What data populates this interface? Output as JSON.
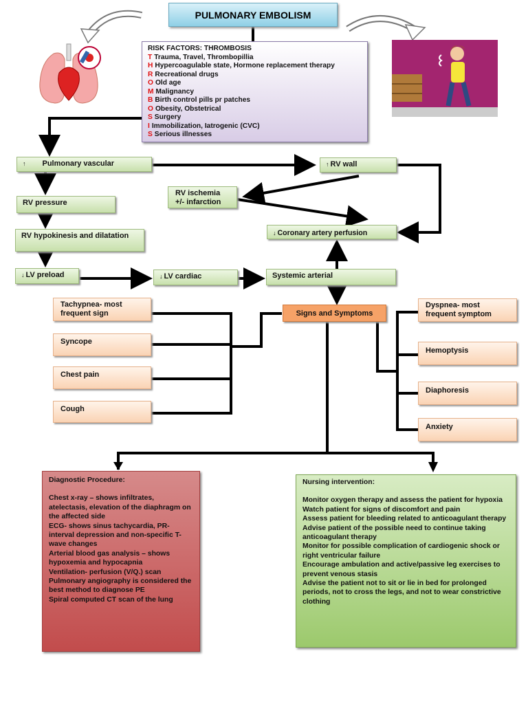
{
  "title": "PULMONARY EMBOLISM",
  "risk_factors": {
    "heading": "RISK FACTORS: THROMBOSIS",
    "items": [
      {
        "letter": "T",
        "text": "Trauma, Travel, Thrombopillia"
      },
      {
        "letter": "H",
        "text": "Hypercoagulable state, Hormone replacement therapy"
      },
      {
        "letter": "R",
        "text": "Recreational drugs"
      },
      {
        "letter": "O",
        "text": "Old age"
      },
      {
        "letter": "M",
        "text": "Malignancy"
      },
      {
        "letter": "B",
        "text": "Birth control pills pr patches"
      },
      {
        "letter": "O",
        "text": "Obesity, Obstetrical"
      },
      {
        "letter": "S",
        "text": "Surgery"
      },
      {
        "letter": "I",
        "text": "Immobilization, Iatrogenic (CVC)"
      },
      {
        "letter": "S",
        "text": "Serious illnesses"
      }
    ]
  },
  "flow": {
    "pulmonary_vascular": "Pulmonary vascular",
    "rv_wall": "RV wall",
    "rv_ischemia": "RV ischemia\n+/- infarction",
    "rv_pressure": "RV pressure",
    "coronary": "Coronary artery perfusion",
    "rv_hypokinesis": "RV hypokinesis and dilatation",
    "lv_preload": "LV preload",
    "lv_cardiac": "LV cardiac",
    "systemic_arterial": "Systemic arterial",
    "signs_symptoms": "Signs and Symptoms"
  },
  "symptoms_left": [
    "Tachypnea- most frequent sign",
    "Syncope",
    "Chest pain",
    "Cough"
  ],
  "symptoms_right": [
    "Dyspnea- most frequent symptom",
    "Hemoptysis",
    "Diaphoresis",
    "Anxiety"
  ],
  "diagnostic": {
    "heading": "Diagnostic Procedure:",
    "lines": [
      "Chest x-ray – shows infiltrates, atelectasis, elevation of the diaphragm on the affected side",
      "ECG- shows sinus tachycardia, PR-interval depression and non-specific T-wave changes",
      "Arterial blood gas analysis – shows hypoxemia and hypocapnia",
      "Ventilation- perfusion  (V/Q.) scan",
      "Pulmonary angiography is considered the best method to diagnose PE",
      "Spiral computed CT scan of the lung"
    ]
  },
  "nursing": {
    "heading": "Nursing intervention:",
    "lines": [
      "Monitor oxygen therapy and assess the patient for hypoxia",
      "Watch patient for signs of discomfort and pain",
      "Assess patient for bleeding related to anticoagulant therapy",
      "Advise patient of the possible need to continue taking anticoagulant therapy",
      "Monitor for possible complication of cardiogenic shock or right ventricular failure",
      "Encourage ambulation and active/passive leg exercises to prevent venous stasis",
      "Advise the patient not to sit or lie in bed for prolonged periods, not to cross the legs, and not to wear constrictive clothing"
    ]
  },
  "icons": {
    "lungs": "lungs-heart-icon",
    "patient": "breathless-woman-icon"
  },
  "colors": {
    "risk_letter": "#e01010",
    "green_box": "#c8e0ac",
    "orange_box": "#fad3b4",
    "diag_box": "#c24c4c",
    "nurse_box": "#9cc96c"
  }
}
